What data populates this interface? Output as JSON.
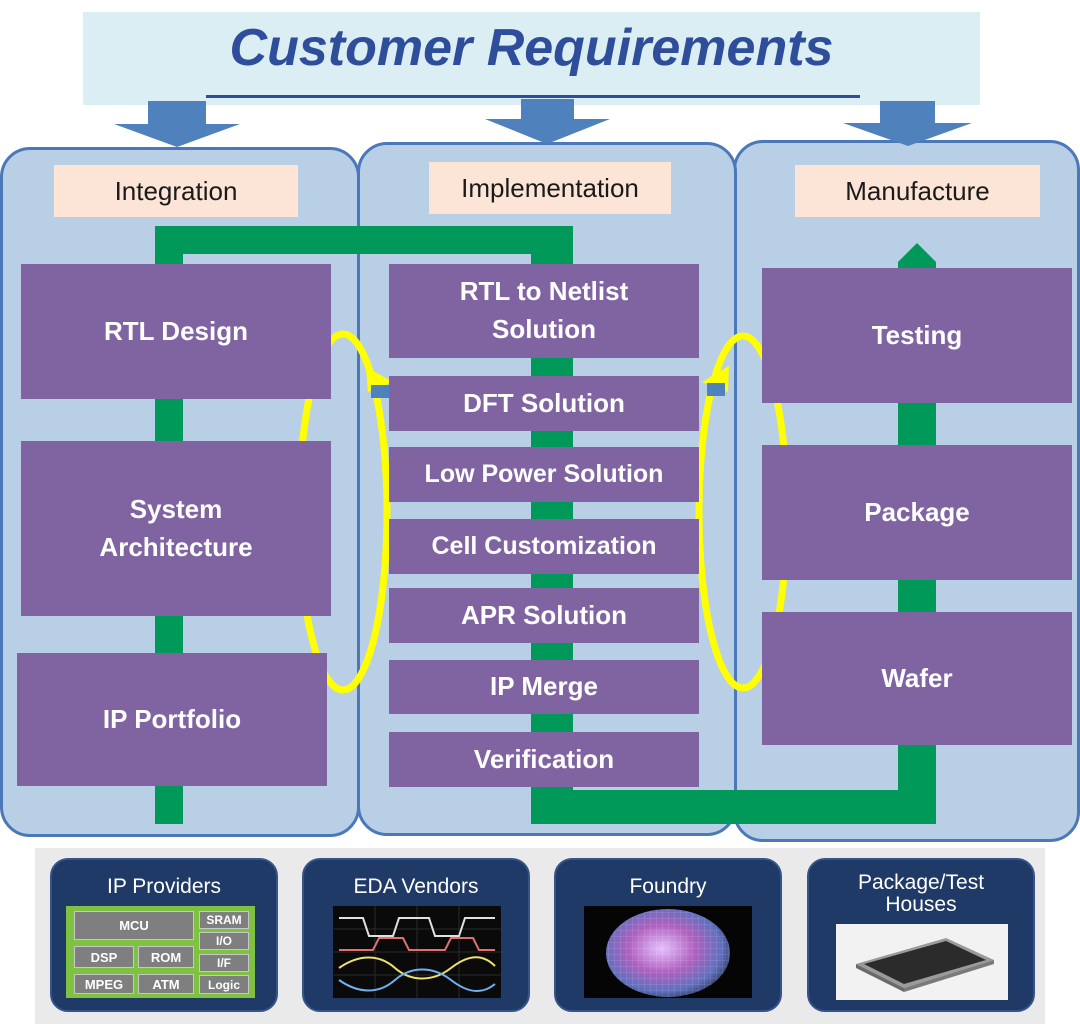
{
  "header": {
    "title": "Customer Requirements"
  },
  "columns": {
    "integration": {
      "label": "Integration",
      "boxes": [
        "RTL Design",
        "System Architecture",
        "IP Portfolio"
      ]
    },
    "implementation": {
      "label": "Implementation",
      "boxes": [
        "RTL to Netlist Solution",
        "DFT Solution",
        "Low Power Solution",
        "Cell Customization",
        "APR Solution",
        "IP Merge",
        "Verification"
      ]
    },
    "manufacture": {
      "label": "Manufacture",
      "boxes": [
        "Testing",
        "Package",
        "Wafer"
      ]
    }
  },
  "partners": {
    "ip_providers": {
      "title": "IP Providers",
      "blocks": [
        "MCU",
        "SRAM",
        "I/O",
        "DSP",
        "ROM",
        "I/F",
        "MPEG",
        "ATM",
        "Logic"
      ]
    },
    "eda_vendors": {
      "title": "EDA Vendors"
    },
    "foundry": {
      "title": "Foundry"
    },
    "package_test": {
      "title": "Package/Test Houses"
    }
  },
  "colors": {
    "title_text": "#2e4d9a",
    "title_banner": "#dbeef4",
    "panel_fill": "#b9cfe5",
    "panel_border": "#4a78b8",
    "label_fill": "#fce4d6",
    "box_fill": "#8064a2",
    "flow_green": "#00995a",
    "loop_yellow": "#ffff00",
    "arrow_blue": "#4f81bd",
    "card_fill": "#1f3a66"
  }
}
